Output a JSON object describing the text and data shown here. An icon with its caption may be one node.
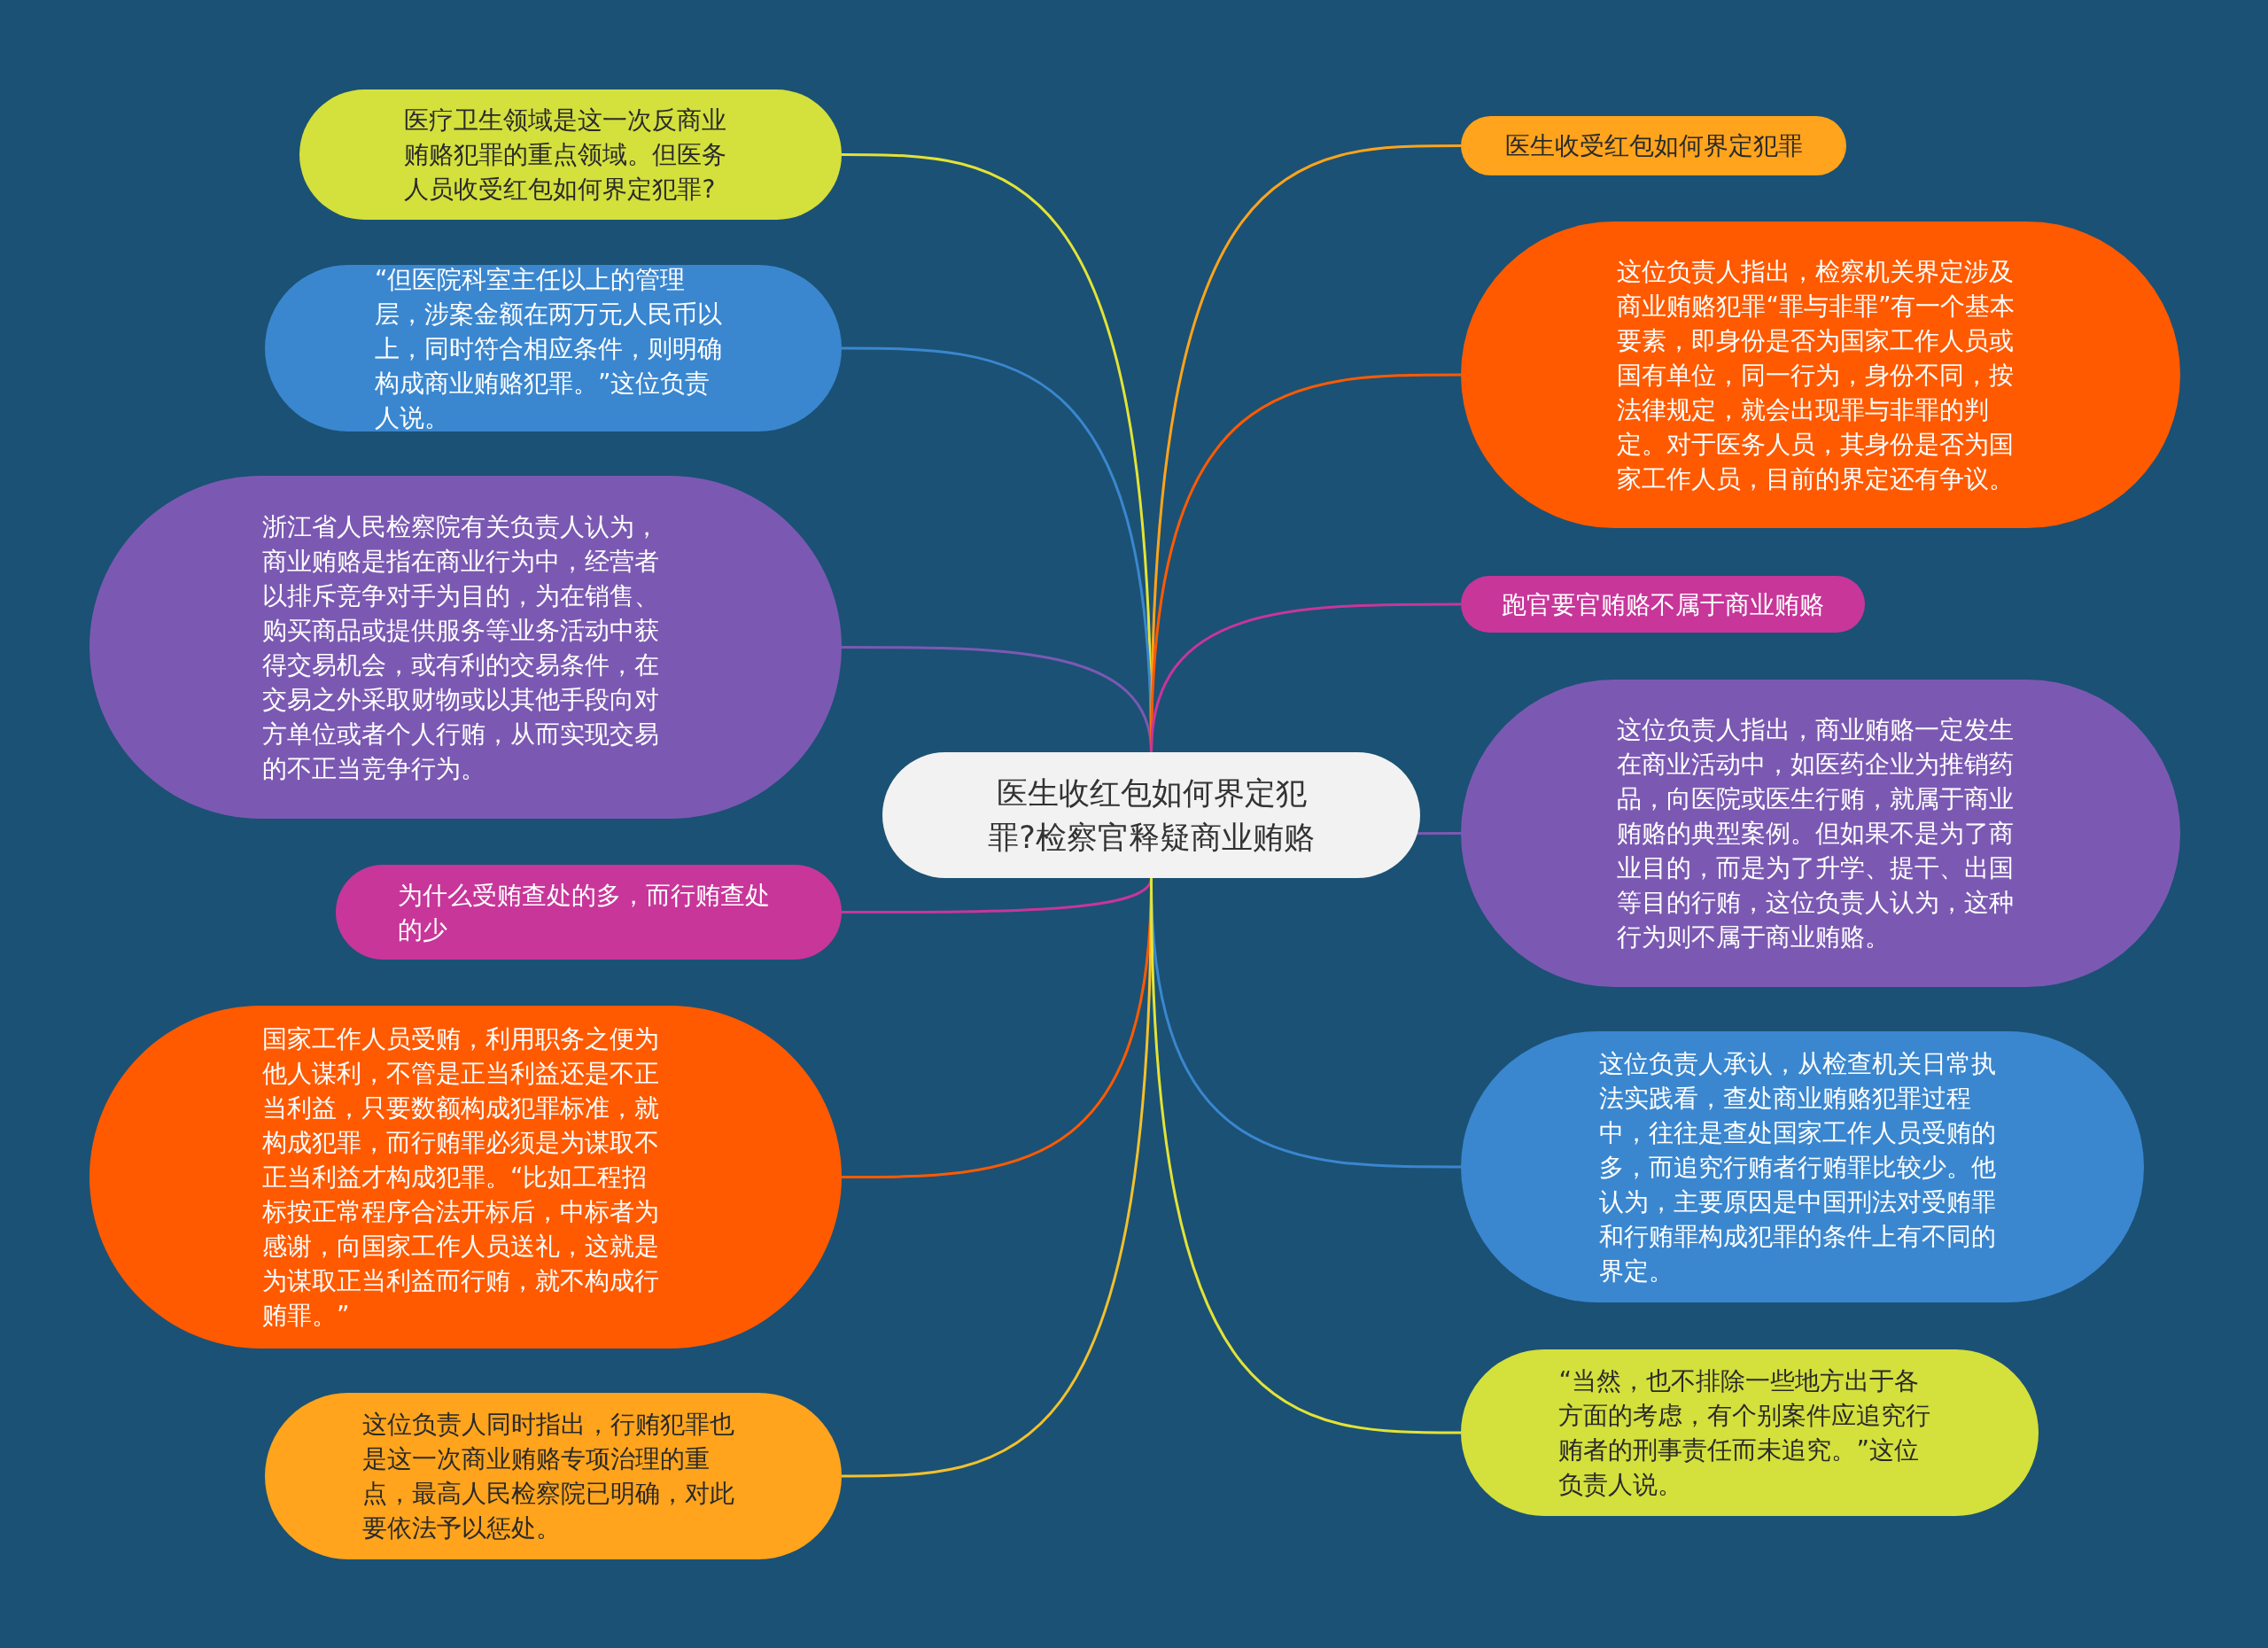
{
  "diagram": {
    "nodes": [
      {
        "text": [
          "医生收红包如何界定犯罪?检察官释疑商业贿赂"
        ]
      },
      {
        "text": [
          "医疗卫生领域是这一次反商业贿赂犯罪的重点领域。但医务人员收受红包如何界定犯罪?"
        ]
      },
      {
        "text": [
          "“但医院科室主任以上的管理层，涉案金额在两万元人民币以上，同时符合相应条件，则明确构成商业贿赂犯罪。”这位负责人说。"
        ]
      },
      {
        "text": [
          "浙江省人民检察院有关负责人认为，商业贿赂是指在商业行为中，经营者以排斥竞争对手为目的，为在销售、购买商品或提供服务等业务活动中获得交易机会，或有利的交易条件，在交易之外采取财物或以其他手段向对方单位或者个人行贿，从而实现交易的不正当竞争行为。"
        ]
      },
      {
        "text": [
          "为什么受贿查处的多，而行贿查处的少"
        ]
      },
      {
        "text": [
          "国家工作人员受贿，利用职务之便为他人谋利，不管是正当利益还是不正当利益，只要数额构成犯罪标准，就构成犯罪，而行贿罪必须是为谋取不正当利益才构成犯罪。“比如工程招标按正常程序合法开标后，中标者为感谢，向国家工作人员送礼，这就是为谋取正当利益而行贿，就不构成行贿罪。”"
        ]
      },
      {
        "text": [
          "这位负责人同时指出，行贿犯罪也是这一次商业贿赂专项治理的重点，最高人民检察院已明确，对此要依法予以惩处。"
        ]
      },
      {
        "text": [
          "医生收受红包如何界定犯罪"
        ]
      },
      {
        "text": [
          "这位负责人指出，检察机关界定涉及商业贿赂犯罪“罪与非罪”有一个基本要素，即身份是否为国家工作人员或国有单位，同一行为，身份不同，按法律规定，就会出现罪与非罪的判定。对于医务人员，其身份是否为国家工作人员，目前的界定还有争议。"
        ]
      },
      {
        "text": [
          "跑官要官贿赂不属于商业贿赂"
        ]
      },
      {
        "text": [
          "这位负责人指出，商业贿赂一定发生在商业活动中，如医药企业为推销药品，向医院或医生行贿，就属于商业贿赂的典型案例。但如果不是为了商业目的，而是为了升学、提干、出国等目的行贿，这位负责人认为，这种行为则不属于商业贿赂。"
        ]
      },
      {
        "text": [
          "这位负责人承认，从检查机关日常执法实践看，查处商业贿赂犯罪过程中，往往是查处国家工作人员受贿的多，而追究行贿者行贿罪比较少。他认为，主要原因是中国刑法对受贿罪和行贿罪构成犯罪的条件上有不同的界定。"
        ]
      },
      {
        "text": [
          "“当然，也不排除一些地方出于各方面的考虑，有个别案件应追究行贿者的刑事责任而未追究。”这位负责人说。"
        ]
      }
    ],
    "edges": [
      {
        "from": 0,
        "to": 1,
        "arrow": "none",
        "color": "#e3e336"
      },
      {
        "from": 0,
        "to": 2,
        "arrow": "none",
        "color": "#3a87d0"
      },
      {
        "from": 0,
        "to": 3,
        "arrow": "none",
        "color": "#7b59b3"
      },
      {
        "from": 0,
        "to": 4,
        "arrow": "none",
        "color": "#c8369a"
      },
      {
        "from": 0,
        "to": 5,
        "arrow": "none",
        "color": "#ff5a00"
      },
      {
        "from": 0,
        "to": 6,
        "arrow": "none",
        "color": "#f2c12e"
      },
      {
        "from": 0,
        "to": 7,
        "arrow": "none",
        "color": "#ffa41c"
      },
      {
        "from": 0,
        "to": 8,
        "arrow": "none",
        "color": "#ff5a00"
      },
      {
        "from": 0,
        "to": 9,
        "arrow": "none",
        "color": "#c8369a"
      },
      {
        "from": 0,
        "to": 10,
        "arrow": "none",
        "color": "#7b59b3"
      },
      {
        "from": 0,
        "to": 11,
        "arrow": "none",
        "color": "#3a87d0"
      },
      {
        "from": 0,
        "to": 12,
        "arrow": "none",
        "color": "#e3e336"
      }
    ]
  }
}
